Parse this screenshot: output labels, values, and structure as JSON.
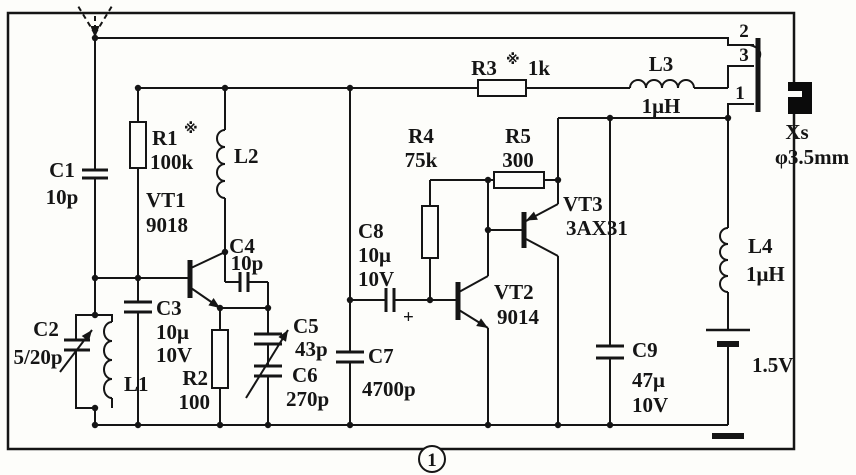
{
  "figure": {
    "number": "1"
  },
  "components": {
    "C1": {
      "ref": "C1",
      "value": "10p"
    },
    "C2": {
      "ref": "C2",
      "value": "5/20p"
    },
    "L1": {
      "ref": "L1"
    },
    "R1": {
      "ref": "R1",
      "value": "100k",
      "star": "※"
    },
    "L2": {
      "ref": "L2"
    },
    "VT1": {
      "ref": "VT1",
      "type": "9018"
    },
    "C3": {
      "ref": "C3",
      "value": "10μ",
      "rating": "10V"
    },
    "C4": {
      "ref": "C4",
      "value": "10p"
    },
    "R2": {
      "ref": "R2",
      "value": "100"
    },
    "C5": {
      "ref": "C5",
      "value": "43p"
    },
    "C6": {
      "ref": "C6",
      "value": "270p"
    },
    "C7": {
      "ref": "C7",
      "value": "4700p"
    },
    "C8": {
      "ref": "C8",
      "value": "10μ",
      "rating": "10V",
      "polarity": "+"
    },
    "R3": {
      "ref": "R3",
      "value": "1k",
      "star": "※"
    },
    "R4": {
      "ref": "R4",
      "value": "75k"
    },
    "R5": {
      "ref": "R5",
      "value": "300"
    },
    "VT2": {
      "ref": "VT2",
      "type": "9014"
    },
    "VT3": {
      "ref": "VT3",
      "type": "3AX31"
    },
    "L3": {
      "ref": "L3",
      "value": "1μH"
    },
    "C9": {
      "ref": "C9",
      "value": "47μ",
      "rating": "10V"
    },
    "L4": {
      "ref": "L4",
      "value": "1μH"
    },
    "BT": {
      "value": "1.5V"
    },
    "XS": {
      "ref": "Xs",
      "value": "φ3.5mm",
      "terminals": [
        "2",
        "3",
        "1"
      ]
    }
  }
}
